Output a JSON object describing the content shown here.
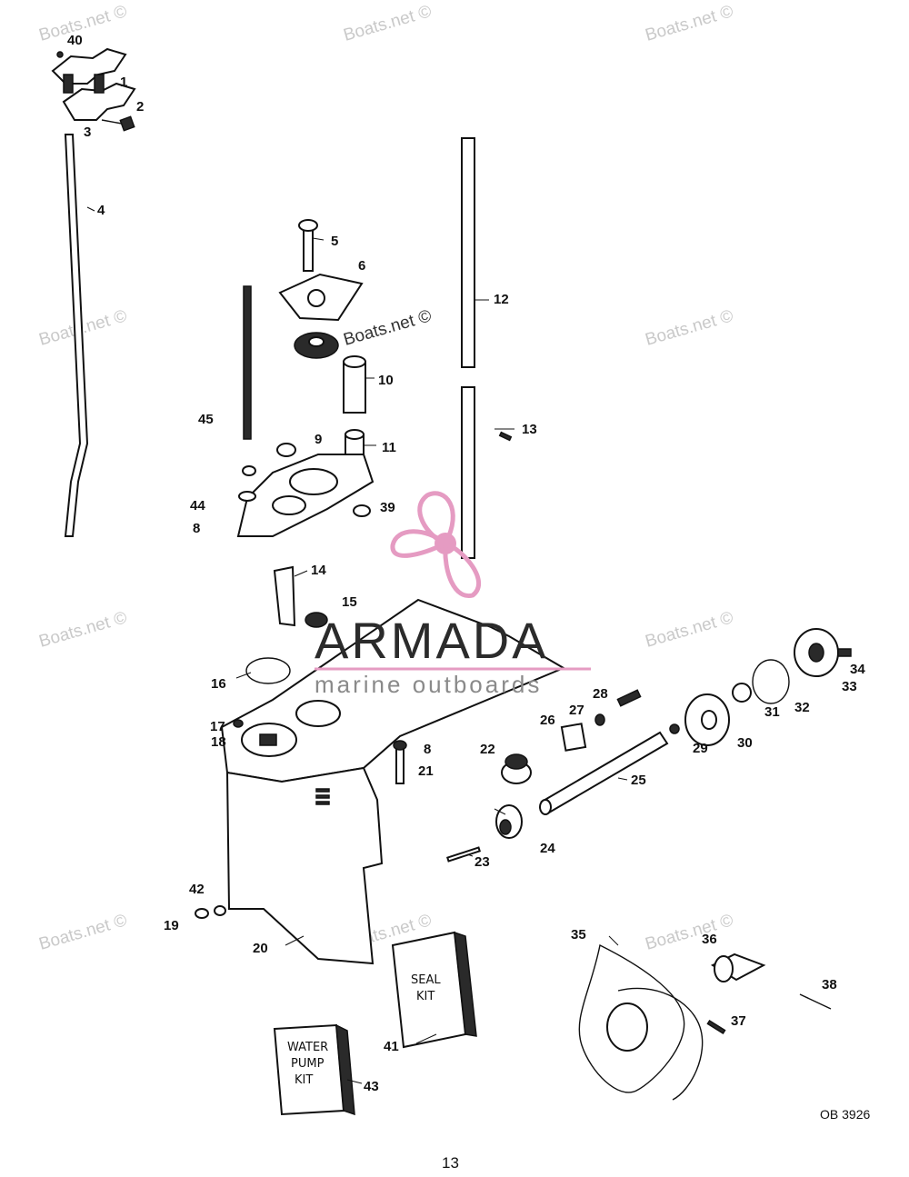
{
  "watermark": "Boats.net ©",
  "brand": {
    "name": "ARMADA",
    "tagline": "marine outboards",
    "accent": "#e59bc2"
  },
  "boxes": {
    "seal_kit": [
      "SEAL",
      "KIT"
    ],
    "water_pump_kit": [
      "WATER",
      "PUMP",
      "KIT"
    ]
  },
  "part_labels": {
    "p1": "1",
    "p2": "2",
    "p3": "3",
    "p4": "4",
    "p5": "5",
    "p6": "6",
    "p8a": "8",
    "p8b": "8",
    "p9": "9",
    "p10": "10",
    "p11": "11",
    "p12": "12",
    "p13": "13",
    "p14": "14",
    "p15": "15",
    "p16": "16",
    "p17": "17",
    "p18": "18",
    "p19": "19",
    "p20": "20",
    "p21": "21",
    "p22": "22",
    "p23": "23",
    "p24": "24",
    "p25": "25",
    "p26": "26",
    "p27": "27",
    "p28": "28",
    "p29": "29",
    "p30": "30",
    "p31": "31",
    "p32": "32",
    "p33": "33",
    "p34": "34",
    "p35": "35",
    "p36": "36",
    "p37": "37",
    "p38": "38",
    "p39": "39",
    "p40": "40",
    "p41": "41",
    "p42": "42",
    "p43": "43",
    "p44": "44",
    "p45": "45"
  },
  "reference_code": "OB 3926",
  "page_number": "13"
}
